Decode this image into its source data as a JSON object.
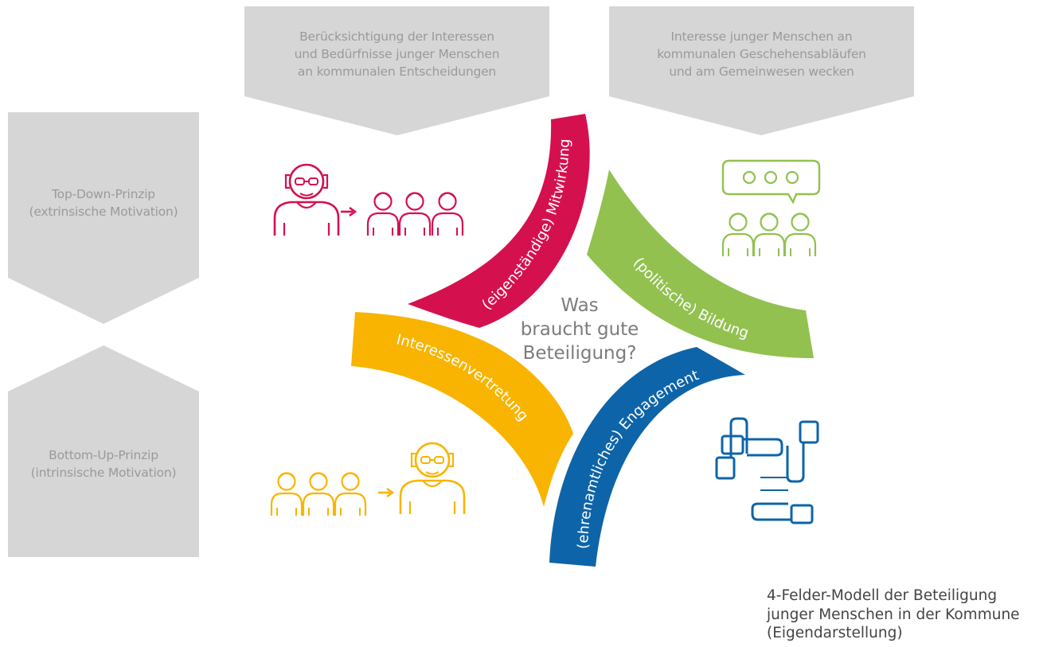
{
  "top_boxes": {
    "left": [
      "Berücksichtigung der Interessen",
      "und Bedürfnisse junger Menschen",
      "an kommunalen Entscheidungen"
    ],
    "right": [
      "Interesse junger Menschen an",
      "kommunalen Geschehensabläufen",
      "und am Gemeinwesen wecken"
    ]
  },
  "side_boxes": {
    "top": [
      "Top-Down-Prinzip",
      "(extrinsische Motivation)"
    ],
    "bottom": [
      "Bottom-Up-Prinzip",
      "(intrinsische Motivation)"
    ]
  },
  "center": [
    "Was",
    "braucht gute",
    "Beteiligung?"
  ],
  "arcs": {
    "red": "(eigenständige) Mitwirkung",
    "green": "(politische) Bildung",
    "blue": "(ehrenamtliches) Engagement",
    "yellow": "Interessenvertretung"
  },
  "caption": [
    "4-Felder-Modell der Beteiligung",
    "junger Menschen in der Kommune",
    "(Eigendarstellung)"
  ],
  "icons": {
    "top_left": "elder-to-youth-icon",
    "top_right": "speech-bubble-youth-icon",
    "bottom_left": "youth-to-elder-icon",
    "bottom_right": "joined-hands-icon"
  },
  "colors": {
    "red": "#D5104F",
    "green": "#92C150",
    "blue": "#0E64A8",
    "yellow": "#F8B400",
    "gray_box": "#D6D6D6",
    "gray_text": "#9A9A9A"
  }
}
